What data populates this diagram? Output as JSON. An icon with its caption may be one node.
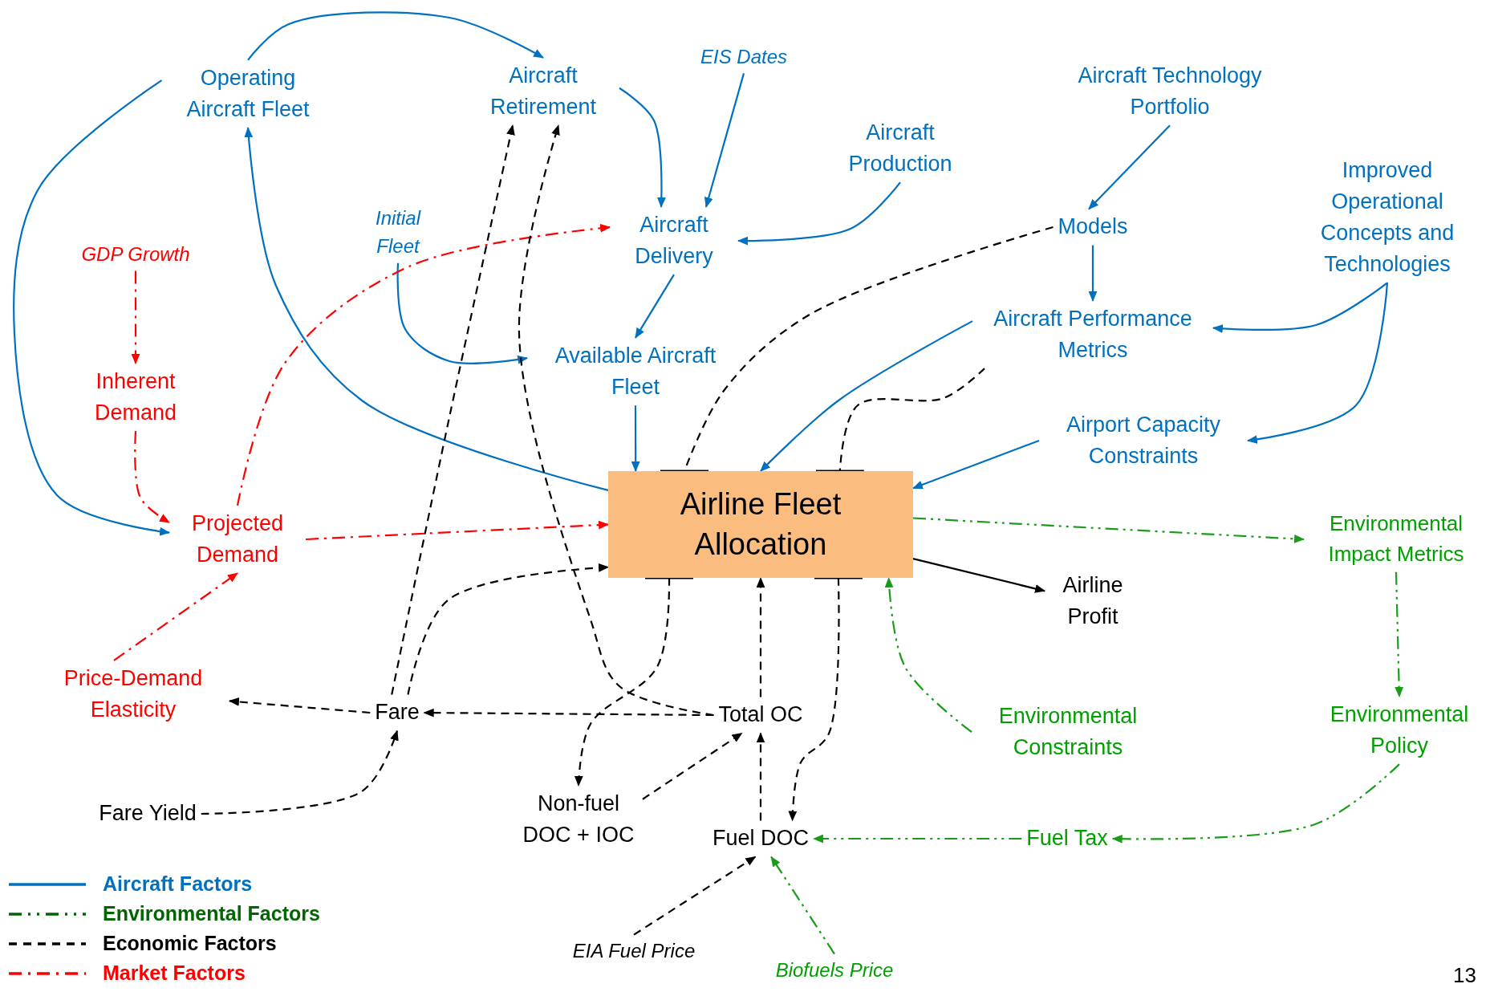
{
  "diagram": {
    "nodes": [
      {
        "text": [
          "Operating Aircraft Fleet"
        ]
      },
      {
        "text": [
          "Aircraft Retirement"
        ]
      },
      {
        "text": [
          "EIS Dates"
        ]
      },
      {
        "text": [
          "Aircraft Technology Portfolio"
        ]
      },
      {
        "text": [
          "Aircraft Production"
        ]
      },
      {
        "text": [
          "Aircraft Delivery"
        ]
      },
      {
        "text": [
          "Initial Fleet"
        ]
      },
      {
        "text": [
          "GDP Growth"
        ]
      },
      {
        "text": [
          "Models"
        ]
      },
      {
        "text": [
          "Improved Operational Concepts and Technologies"
        ]
      },
      {
        "text": [
          "Aircraft Performance Metrics"
        ]
      },
      {
        "text": [
          "Available Aircraft Fleet"
        ]
      },
      {
        "text": [
          "Inherent Demand"
        ]
      },
      {
        "text": [
          "Airport Capacity Constraints"
        ]
      },
      {
        "text": [
          "Airline Fleet Allocation"
        ]
      },
      {
        "text": [
          "Projected Demand"
        ]
      },
      {
        "text": [
          "Environmental Impact Metrics"
        ]
      },
      {
        "text": [
          "Airline Profit"
        ]
      },
      {
        "text": [
          "Price-Demand Elasticity"
        ]
      },
      {
        "text": [
          "Fare"
        ]
      },
      {
        "text": [
          "Total OC"
        ]
      },
      {
        "text": [
          "Environmental Constraints"
        ]
      },
      {
        "text": [
          "Environmental Policy"
        ]
      },
      {
        "text": [
          "Fare Yield"
        ]
      },
      {
        "text": [
          "Non-fuel DOC + IOC"
        ]
      },
      {
        "text": [
          "Fuel DOC"
        ]
      },
      {
        "text": [
          "Fuel Tax"
        ]
      },
      {
        "text": [
          "EIA Fuel Price"
        ]
      },
      {
        "text": [
          "Biofuels Price"
        ]
      }
    ],
    "edges": [
      {
        "from": 0,
        "to": 1,
        "arrow": "to"
      },
      {
        "from": 1,
        "to": 5,
        "arrow": "to"
      },
      {
        "from": 2,
        "to": 5,
        "arrow": "to"
      },
      {
        "from": 4,
        "to": 5,
        "arrow": "to"
      },
      {
        "from": 3,
        "to": 8,
        "arrow": "to"
      },
      {
        "from": 8,
        "to": 10,
        "arrow": "to"
      },
      {
        "from": 9,
        "to": 10,
        "arrow": "to"
      },
      {
        "from": 9,
        "to": 13,
        "arrow": "to"
      },
      {
        "from": 5,
        "to": 11,
        "arrow": "to"
      },
      {
        "from": 6,
        "to": 11,
        "arrow": "to"
      },
      {
        "from": 11,
        "to": 14,
        "arrow": "to"
      },
      {
        "from": 10,
        "to": 14,
        "arrow": "to"
      },
      {
        "from": 13,
        "to": 14,
        "arrow": "to"
      },
      {
        "from": 14,
        "to": 0,
        "arrow": "to"
      },
      {
        "from": 0,
        "to": 15,
        "arrow": "to"
      },
      {
        "from": 7,
        "to": 12,
        "arrow": "to",
        "style": "dashed",
        "color": "#ff0000"
      },
      {
        "from": 12,
        "to": 15,
        "arrow": "to",
        "style": "dashed",
        "color": "#ff0000"
      },
      {
        "from": 18,
        "to": 15,
        "arrow": "to",
        "style": "dashed",
        "color": "#ff0000"
      },
      {
        "from": 15,
        "to": 14,
        "arrow": "to",
        "style": "dashed",
        "color": "#ff0000"
      },
      {
        "from": 15,
        "to": 5,
        "arrow": "to",
        "style": "dashed",
        "color": "#ff0000"
      },
      {
        "from": 8,
        "to": 14,
        "arrow": "other",
        "style": "dashed",
        "color": "#000000"
      },
      {
        "from": 10,
        "to": 14,
        "arrow": "other",
        "style": "dashed",
        "color": "#000000"
      },
      {
        "from": 19,
        "to": 1,
        "arrow": "to",
        "style": "dashed",
        "color": "#000000"
      },
      {
        "from": 20,
        "to": 1,
        "arrow": "to",
        "style": "dashed",
        "color": "#000000"
      },
      {
        "from": 19,
        "to": 14,
        "arrow": "to",
        "style": "dashed",
        "color": "#000000"
      },
      {
        "from": 19,
        "to": 18,
        "arrow": "to",
        "style": "dashed",
        "color": "#000000"
      },
      {
        "from": 20,
        "to": 19,
        "arrow": "to",
        "style": "dashed",
        "color": "#000000"
      },
      {
        "from": 23,
        "to": 19,
        "arrow": "to",
        "style": "dashed",
        "color": "#000000"
      },
      {
        "from": 14,
        "to": 24,
        "arrow": "to",
        "style": "dashed",
        "color": "#000000"
      },
      {
        "from": 14,
        "to": 25,
        "arrow": "to",
        "style": "dashed",
        "color": "#000000"
      },
      {
        "from": 24,
        "to": 20,
        "arrow": "to",
        "style": "dashed",
        "color": "#000000"
      },
      {
        "from": 25,
        "to": 20,
        "arrow": "to",
        "style": "dashed",
        "color": "#000000"
      },
      {
        "from": 20,
        "to": 14,
        "arrow": "to",
        "style": "dashed",
        "color": "#000000"
      },
      {
        "from": 27,
        "to": 25,
        "arrow": "to",
        "style": "dashed",
        "color": "#000000"
      },
      {
        "from": 28,
        "to": 25,
        "arrow": "to",
        "style": "dashed",
        "color": "#1a9c1a"
      },
      {
        "from": 26,
        "to": 25,
        "arrow": "to",
        "style": "dashed",
        "color": "#1a9c1a"
      },
      {
        "from": 22,
        "to": 26,
        "arrow": "to",
        "style": "dashed",
        "color": "#1a9c1a"
      },
      {
        "from": 16,
        "to": 22,
        "arrow": "to",
        "style": "dashed",
        "color": "#1a9c1a"
      },
      {
        "from": 14,
        "to": 16,
        "arrow": "to",
        "style": "dashed",
        "color": "#1a9c1a"
      },
      {
        "from": 21,
        "to": 14,
        "arrow": "to",
        "style": "dashed",
        "color": "#1a9c1a"
      },
      {
        "from": 14,
        "to": 17,
        "arrow": "to",
        "color": "#000000"
      }
    ],
    "labels": [
      "13"
    ],
    "legend": [
      {
        "text": "Aircraft Factors"
      },
      {
        "text": "Environmental Factors"
      },
      {
        "text": "Economic Factors"
      },
      {
        "text": "Market Factors"
      }
    ]
  }
}
